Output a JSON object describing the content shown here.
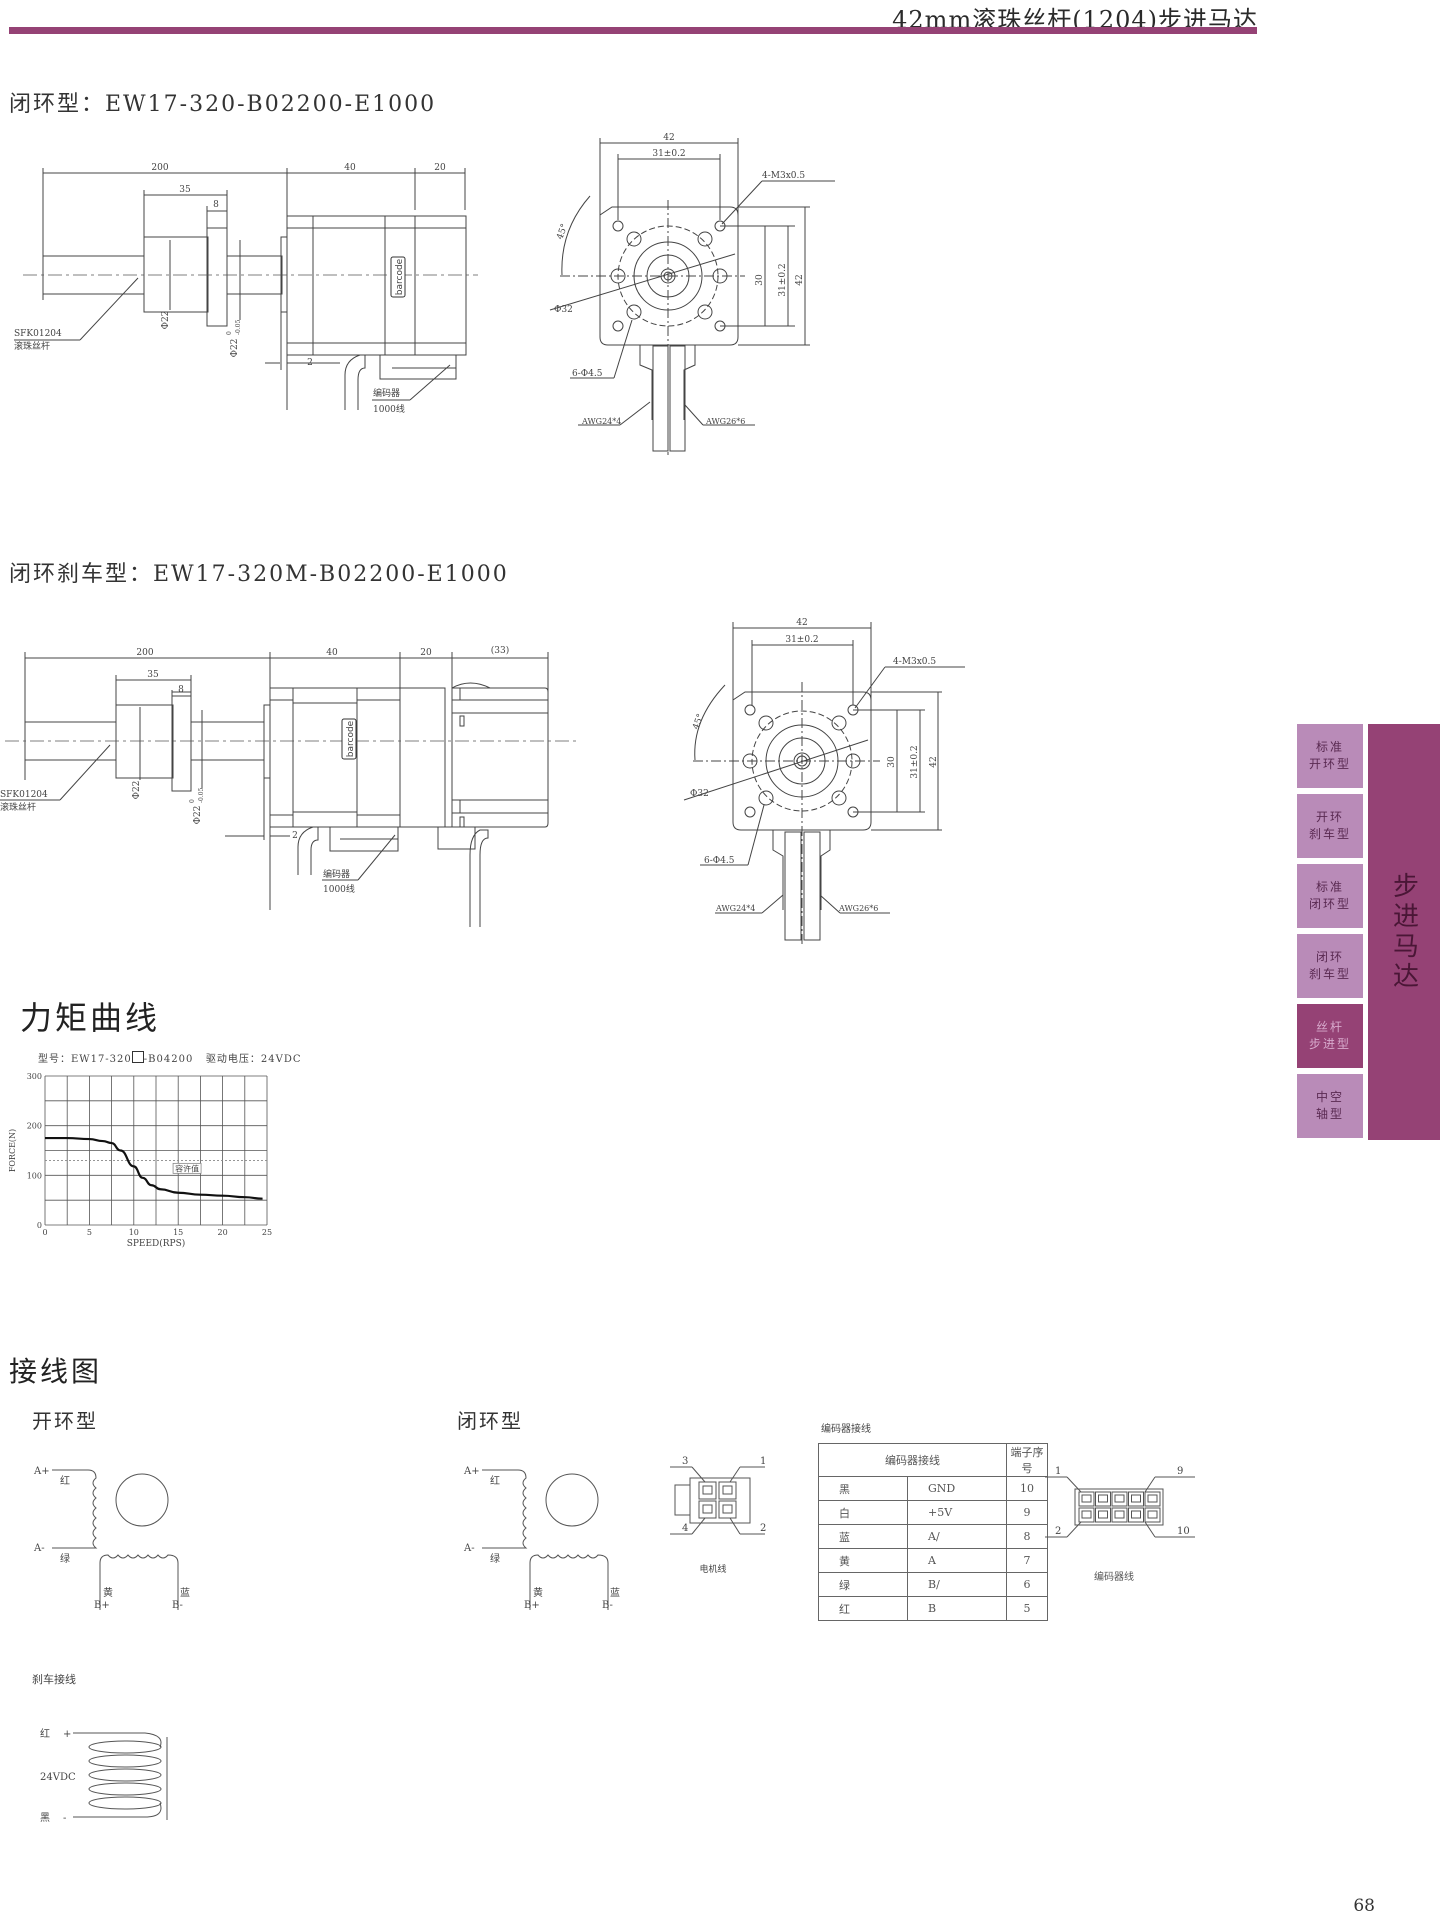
{
  "header": {
    "title": "42mm滚珠丝杆(1204)步进马达",
    "accent_color": "#954275",
    "light_color": "#B98BB8"
  },
  "section_closed_loop": {
    "title": "闭环型：EW17-320-B02200-E1000",
    "side_view": {
      "dim_total": "200",
      "dim_motor": "40",
      "dim_encoder": "20",
      "dim_nut": "35",
      "dim_flange": "8",
      "dim_gap": "2",
      "dia_nut": "Φ22",
      "dia_flange": "Φ22",
      "tol_upper": "0",
      "tol_lower": "-0.05",
      "barcode": "barcode",
      "screw_code": "SFK01204",
      "screw_name": "滚珠丝杆",
      "encoder_name": "编码器",
      "encoder_lines": "1000线"
    },
    "front_view": {
      "dim_width": "42",
      "dim_hole_pitch": "31±0.2",
      "thread": "4-M3x0.5",
      "angle": "45°",
      "dia_pcd": "Φ32",
      "dim_height_inner": "30",
      "dim_height_pitch": "31±0.2",
      "dim_height": "42",
      "holes": "6-Φ4.5",
      "cable_motor": "AWG24*4",
      "cable_encoder": "AWG26*6"
    }
  },
  "section_closed_loop_brake": {
    "title": "闭环刹车型：EW17-320M-B02200-E1000",
    "side_view": {
      "dim_total": "200",
      "dim_motor": "40",
      "dim_encoder": "20",
      "dim_brake": "(33)",
      "dim_nut": "35",
      "dim_flange": "8",
      "dim_gap": "2",
      "dia_nut": "Φ22",
      "dia_flange": "Φ22",
      "tol_upper": "0",
      "tol_lower": "-0.05",
      "barcode": "barcode",
      "screw_code": "SFK01204",
      "screw_name": "滚珠丝杆",
      "encoder_name": "编码器",
      "encoder_lines": "1000线"
    },
    "front_view": {
      "dim_width": "42",
      "dim_hole_pitch": "31±0.2",
      "thread": "4-M3x0.5",
      "angle": "45°",
      "dia_pcd": "Φ32",
      "dim_height_inner": "30",
      "dim_height_pitch": "31±0.2",
      "dim_height": "42",
      "holes": "6-Φ4.5",
      "cable_motor": "AWG24*4",
      "cable_encoder": "AWG26*6"
    }
  },
  "torque_section": {
    "title": "力矩曲线",
    "model_label": "型号：EW17-320",
    "model_suffix": "-B04200",
    "voltage_label": "驱动电压：24VDC",
    "allowable_label": "容许值"
  },
  "chart_data": {
    "type": "line",
    "title": "型号：EW17-320□-B04200 驱动电压：24VDC",
    "xlabel": "SPEED(RPS)",
    "ylabel": "FORCE(N)",
    "xlim": [
      0,
      25
    ],
    "ylim": [
      0,
      300
    ],
    "x_ticks": [
      "0",
      "5",
      "10",
      "15",
      "20",
      "25"
    ],
    "y_ticks": [
      "0",
      "100",
      "200",
      "300"
    ],
    "grid": true,
    "series": [
      {
        "name": "Force",
        "x": [
          0,
          2.5,
          5,
          6.5,
          7.5,
          8.5,
          10,
          11,
          12,
          13,
          15,
          17.5,
          20,
          22.5,
          24.5
        ],
        "y": [
          175,
          175,
          173,
          169,
          165,
          150,
          118,
          95,
          80,
          72,
          65,
          61,
          59,
          56,
          53
        ]
      }
    ],
    "reference_line": {
      "name": "容许值",
      "y": 130
    }
  },
  "wiring": {
    "title": "接线图",
    "open_loop": {
      "title": "开环型",
      "a_plus": "A+",
      "a_minus": "A-",
      "b_plus": "B+",
      "b_minus": "B-",
      "red": "红",
      "green": "绿",
      "yellow": "黄",
      "blue": "蓝"
    },
    "closed_loop": {
      "title": "闭环型",
      "a_plus": "A+",
      "a_minus": "A-",
      "b_plus": "B+",
      "b_minus": "B-",
      "red": "红",
      "green": "绿",
      "yellow": "黄",
      "blue": "蓝"
    },
    "motor_connector": {
      "label": "电机线",
      "pins": [
        "3",
        "1",
        "4",
        "2"
      ]
    },
    "encoder_table": {
      "caption": "编码器接线",
      "header_wiring": "编码器接线",
      "header_pin": "端子序号",
      "rows": [
        {
          "color": "黑",
          "signal": "GND",
          "pin": "10"
        },
        {
          "color": "白",
          "signal": "+5V",
          "pin": "9"
        },
        {
          "color": "蓝",
          "signal": "A/",
          "pin": "8"
        },
        {
          "color": "黄",
          "signal": "A",
          "pin": "7"
        },
        {
          "color": "绿",
          "signal": "B/",
          "pin": "6"
        },
        {
          "color": "红",
          "signal": "B",
          "pin": "5"
        }
      ]
    },
    "encoder_connector": {
      "label": "编码器线",
      "pins": [
        "1",
        "9",
        "2",
        "10"
      ]
    },
    "brake": {
      "title": "刹车接线",
      "red": "红",
      "plus": "+",
      "voltage": "24VDC",
      "black": "黑",
      "minus": "-"
    }
  },
  "side_nav": {
    "items": [
      {
        "label": "标准\n开环型",
        "active": false
      },
      {
        "label": "开环\n刹车型",
        "active": false
      },
      {
        "label": "标准\n闭环型",
        "active": false
      },
      {
        "label": "闭环\n刹车型",
        "active": false
      },
      {
        "label": "丝杆\n步进型",
        "active": true
      },
      {
        "label": "中空\n轴型",
        "active": false
      }
    ],
    "tab_label": "步进马达"
  },
  "footer": {
    "page_number": "68"
  }
}
